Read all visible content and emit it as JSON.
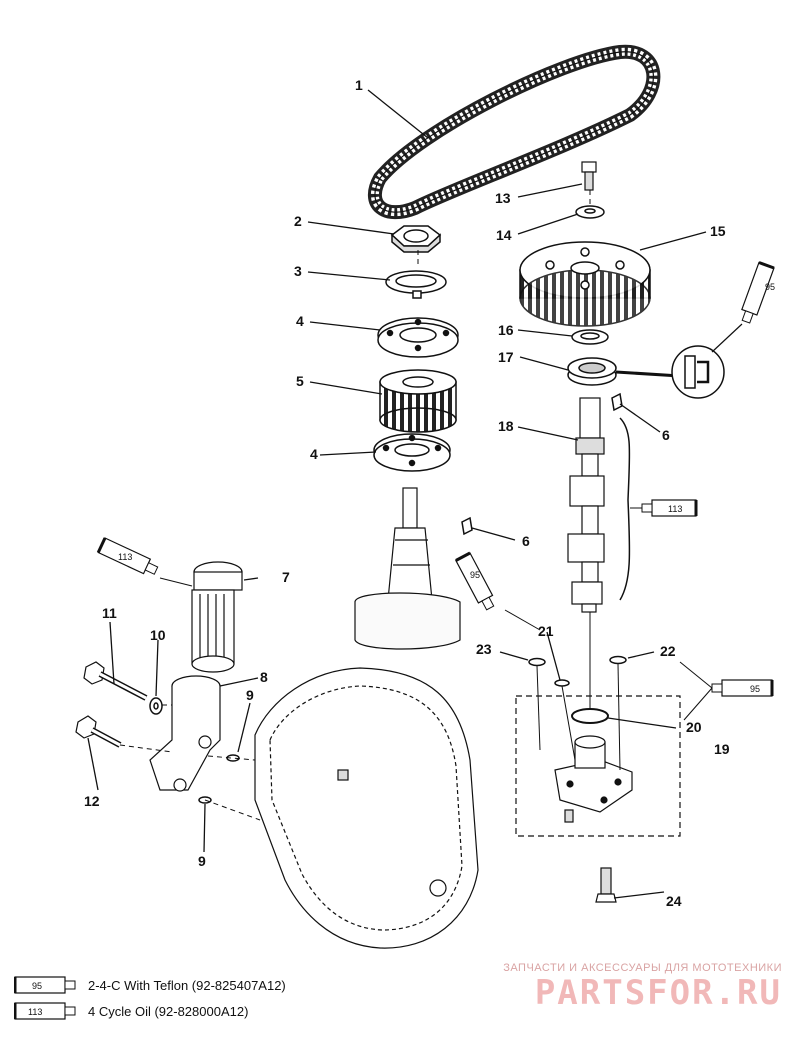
{
  "callouts": [
    {
      "id": "c1",
      "text": "1"
    },
    {
      "id": "c2",
      "text": "2"
    },
    {
      "id": "c3",
      "text": "3"
    },
    {
      "id": "c4a",
      "text": "4"
    },
    {
      "id": "c4b",
      "text": "4"
    },
    {
      "id": "c5",
      "text": "5"
    },
    {
      "id": "c6a",
      "text": "6"
    },
    {
      "id": "c6b",
      "text": "6"
    },
    {
      "id": "c7",
      "text": "7"
    },
    {
      "id": "c8",
      "text": "8"
    },
    {
      "id": "c9a",
      "text": "9"
    },
    {
      "id": "c9b",
      "text": "9"
    },
    {
      "id": "c10",
      "text": "10"
    },
    {
      "id": "c11",
      "text": "11"
    },
    {
      "id": "c12",
      "text": "12"
    },
    {
      "id": "c13",
      "text": "13"
    },
    {
      "id": "c14",
      "text": "14"
    },
    {
      "id": "c15",
      "text": "15"
    },
    {
      "id": "c16",
      "text": "16"
    },
    {
      "id": "c17",
      "text": "17"
    },
    {
      "id": "c18",
      "text": "18"
    },
    {
      "id": "c19",
      "text": "19"
    },
    {
      "id": "c20",
      "text": "20"
    },
    {
      "id": "c21",
      "text": "21"
    },
    {
      "id": "c22",
      "text": "22"
    },
    {
      "id": "c23",
      "text": "23"
    },
    {
      "id": "c24",
      "text": "24"
    }
  ],
  "tubes": {
    "t95_top": "95",
    "t113_mid": "113",
    "t113_left": "113",
    "t95_mid": "95",
    "t95_right": "95"
  },
  "legend": [
    {
      "code": "95",
      "text": "2-4-C  With Teflon (92-825407A12)"
    },
    {
      "code": "113",
      "text": "4 Cycle Oil (92-828000A12)"
    }
  ],
  "watermark": {
    "top": "ЗАПЧАСТИ И АКСЕССУАРЫ ДЛЯ МОТОТЕХНИКИ",
    "main": "PARTSFOR.RU"
  }
}
